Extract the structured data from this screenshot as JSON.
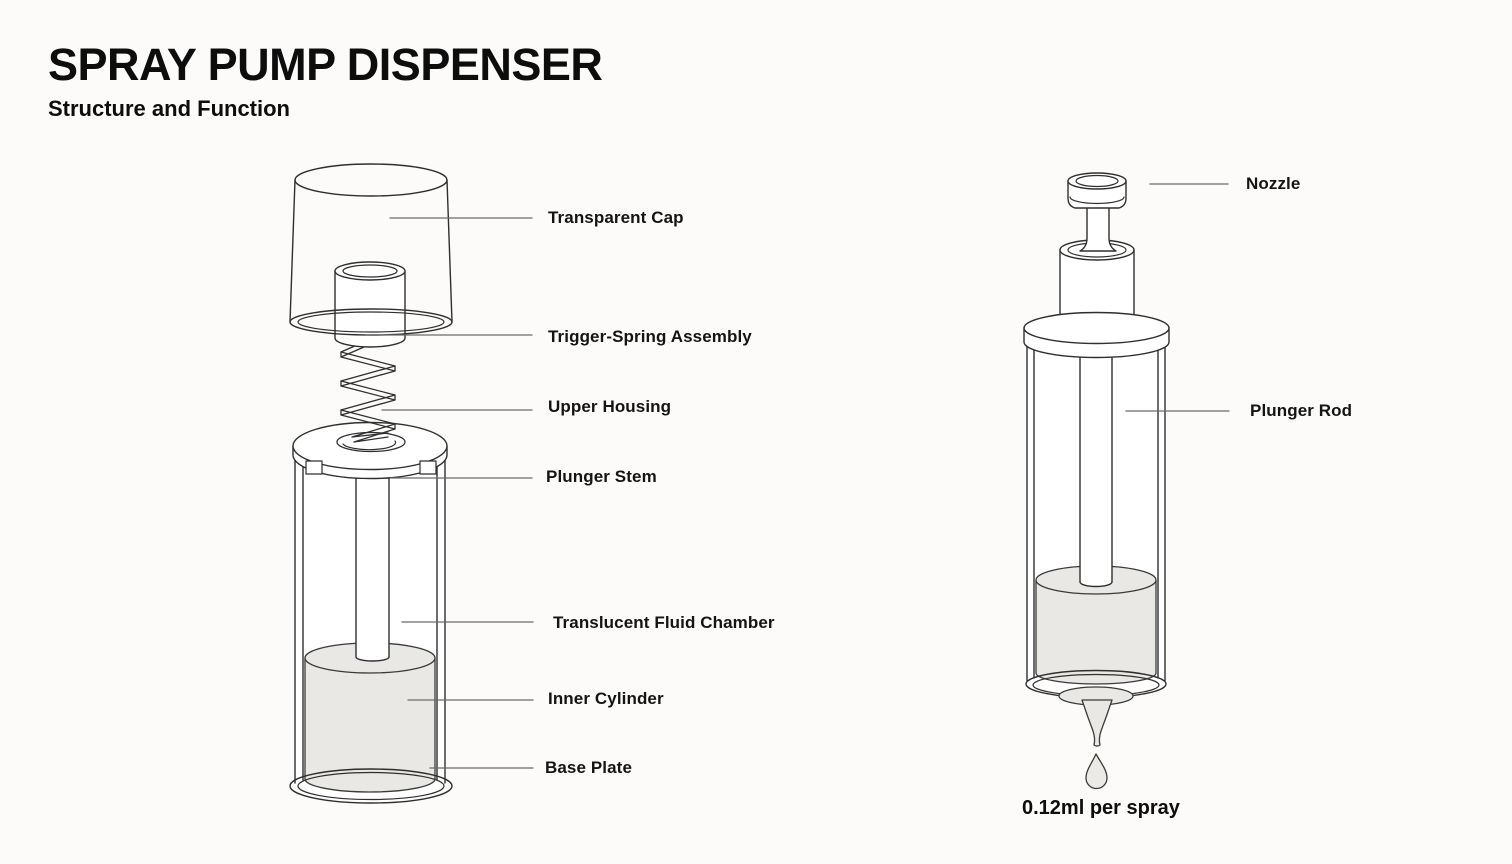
{
  "header": {
    "title": "SPRAY PUMP DISPENSER",
    "subtitle": "Structure and Function"
  },
  "exploded_view": {
    "labels": [
      "Transparent Cap",
      "Trigger-Spring Assembly",
      "Upper Housing",
      "Plunger Stem",
      "Translucent Fluid Chamber",
      "Inner Cylinder",
      "Base Plate"
    ]
  },
  "assembled_view": {
    "labels": [
      "Nozzle",
      "Plunger Rod"
    ],
    "caption": "0.12ml per spray"
  },
  "colors": {
    "background": "#fcfbf9",
    "line": "#2f2f2f",
    "leader_line": "#6b6b6b",
    "fluid_fill": "#e9e8e5",
    "text": "#111111"
  }
}
